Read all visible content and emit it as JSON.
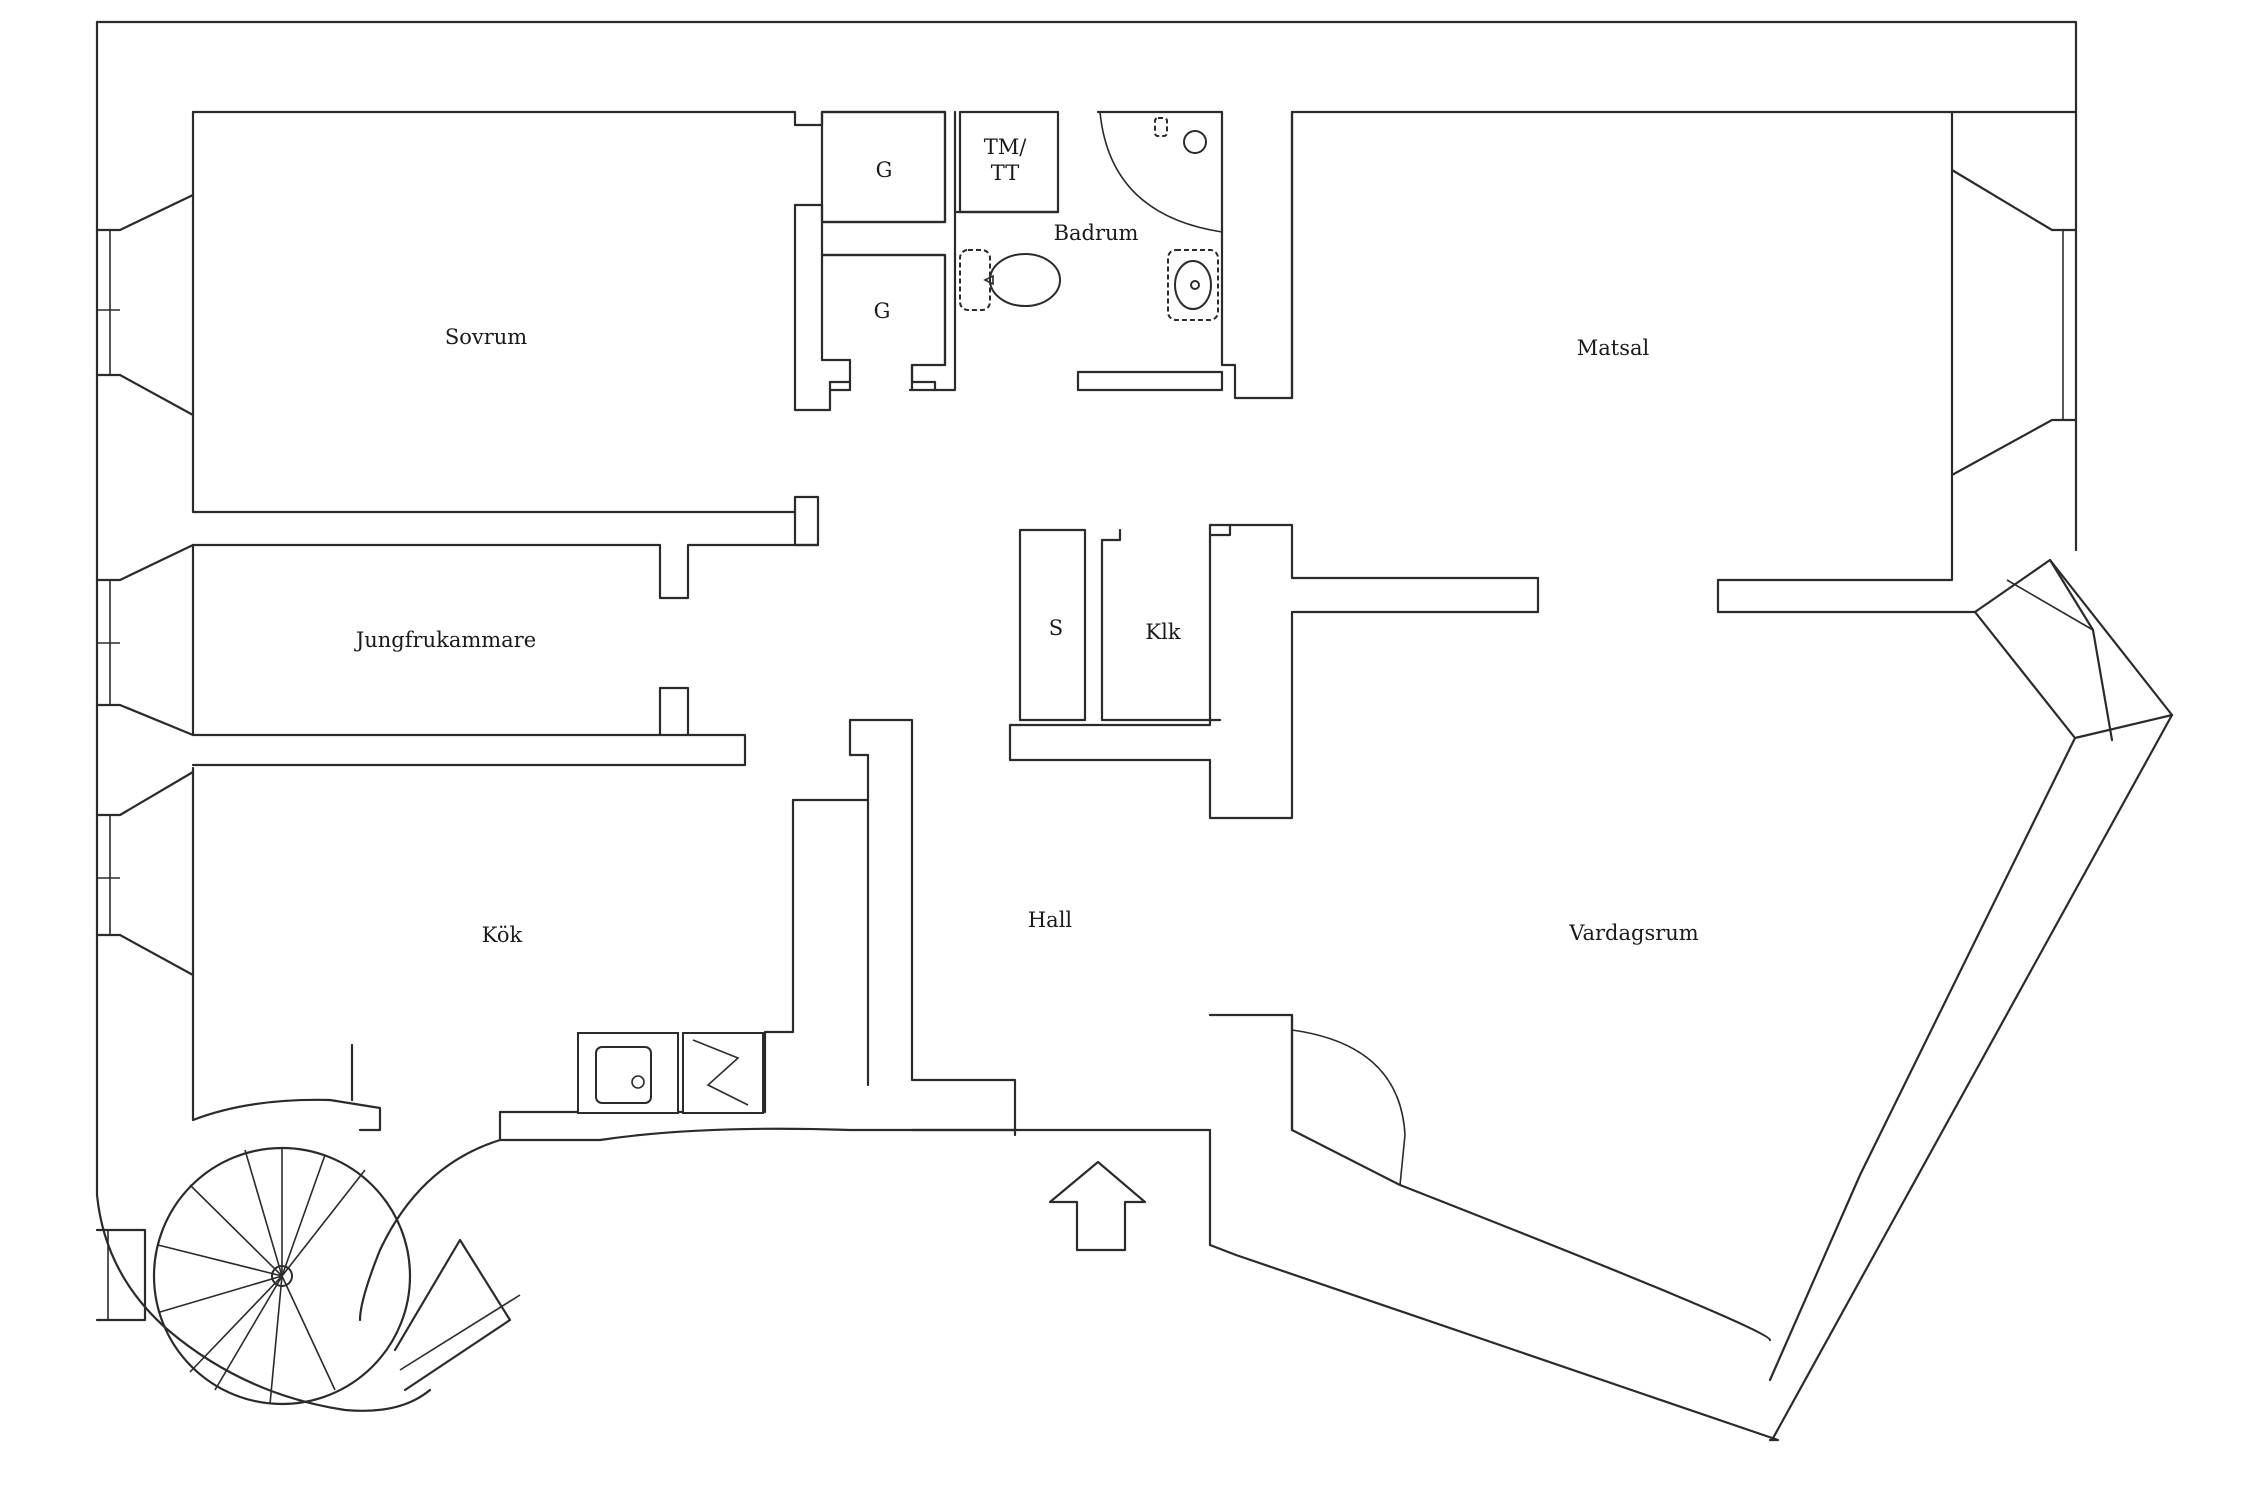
{
  "floorplan": {
    "rooms": {
      "sovrum": "Sovrum",
      "g_upper": "G",
      "g_lower": "G",
      "tmtt": "TM/\nTT",
      "badrum": "Badrum",
      "matsal": "Matsal",
      "jungfrukammare": "Jungfrukammare",
      "s": "S",
      "klk": "Klk",
      "kok": "Kök",
      "hall": "Hall",
      "vardagsrum": "Vardagsrum"
    },
    "icons": {
      "entrance": "entrance-arrow-icon",
      "stairs": "spiral-staircase-icon",
      "toilet": "toilet-icon",
      "sink": "sink-icon",
      "stove": "stove-icon",
      "fridge": "fridge-icon"
    },
    "colors": {
      "line": "#2b2b2b",
      "background": "#ffffff"
    }
  }
}
